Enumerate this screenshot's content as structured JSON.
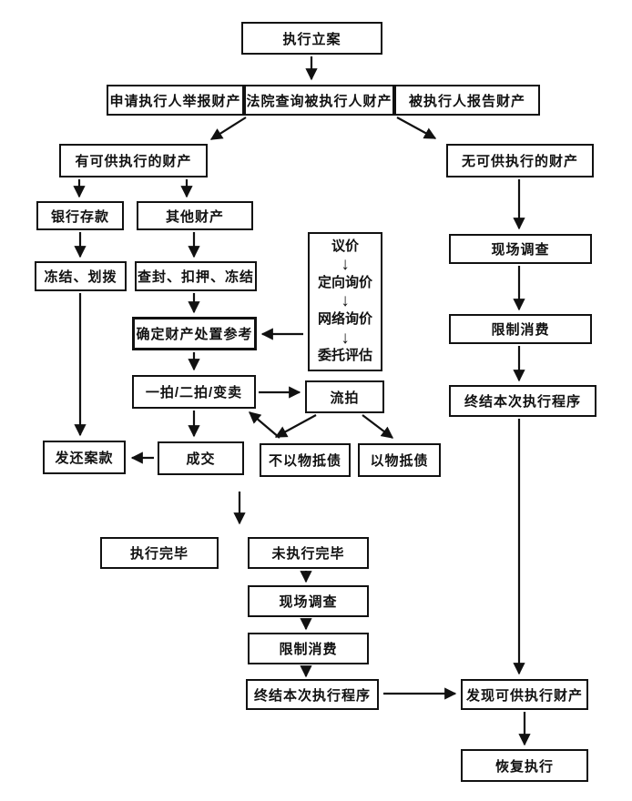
{
  "diagram": {
    "colors": {
      "line": "#111111",
      "bg": "#ffffff",
      "text": "#111111"
    },
    "icons": {
      "down_arrow": "↓"
    },
    "nodes": {
      "filing": "执行立案",
      "applicant_report": "申请执行人举报财产",
      "court_query": "法院查询被执行人财产",
      "debtor_report": "被执行人报告财产",
      "has_property": "有可供执行的财产",
      "no_property": "无可供执行的财产",
      "bank_deposit": "银行存款",
      "other_property": "其他财产",
      "freeze_transfer": "冻结、划拨",
      "seal_seize_freeze": "查封、扣押、冻结",
      "valuation_steps": [
        "议价",
        "定向询价",
        "网络询价",
        "委托评估"
      ],
      "disposal_reference": "确定财产处置参考",
      "auction_sale": "一拍/二拍/变卖",
      "auction_failed": "流拍",
      "return_funds": "发还案款",
      "deal_closed": "成交",
      "no_debt_offset": "不以物抵债",
      "debt_offset": "以物抵债",
      "execution_complete": "执行完毕",
      "execution_incomplete": "未执行完毕",
      "onsite_investigation_mid": "现场调查",
      "consumption_restriction_mid": "限制消费",
      "terminate_procedure_mid": "终结本次执行程序",
      "found_property": "发现可供执行财产",
      "resume_execution": "恢复执行",
      "onsite_investigation_right": "现场调查",
      "consumption_restriction_right": "限制消费",
      "terminate_procedure_right": "终结本次执行程序"
    }
  }
}
